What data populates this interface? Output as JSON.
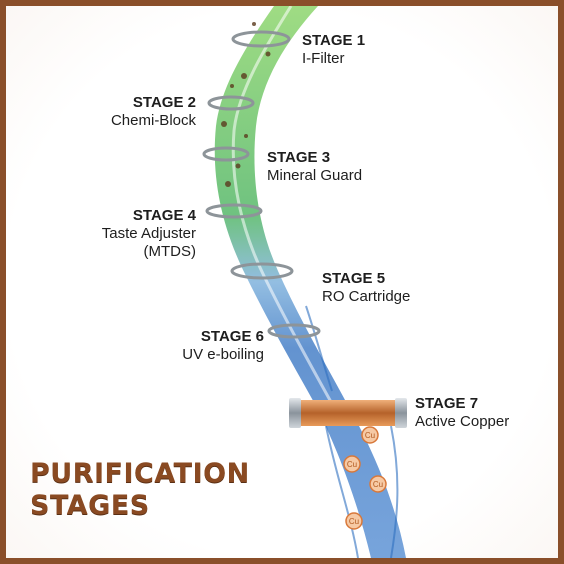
{
  "stages": [
    {
      "title": "STAGE 1",
      "name": "I-Filter"
    },
    {
      "title": "STAGE 2",
      "name": "Chemi-Block"
    },
    {
      "title": "STAGE 3",
      "name": "Mineral Guard"
    },
    {
      "title": "STAGE 4",
      "name": "Taste Adjuster",
      "name2": "(MTDS)"
    },
    {
      "title": "STAGE 5",
      "name": "RO Cartridge"
    },
    {
      "title": "STAGE 6",
      "name": "UV e-boiling"
    },
    {
      "title": "STAGE 7",
      "name": "Active Copper"
    }
  ],
  "heading": {
    "line1": "PURIFICATION",
    "line2": "STAGES"
  },
  "copper_symbol": "Cu",
  "colors": {
    "border": "#8a4f2a",
    "heading": "#8a4a22",
    "green_water": "#4fb848",
    "blue_water": "#2f6fc0",
    "copper": "#e08a4a"
  }
}
